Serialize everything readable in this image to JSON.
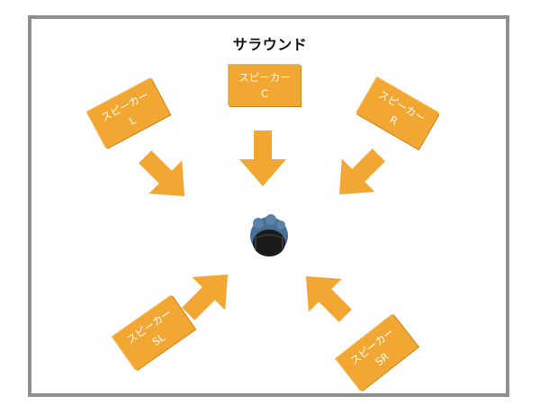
{
  "diagram": {
    "title": "サラウンド",
    "speakers": [
      {
        "id": "L",
        "label": "スピーカー",
        "channel": "L"
      },
      {
        "id": "C",
        "label": "スピーカー",
        "channel": "C"
      },
      {
        "id": "R",
        "label": "スピーカー",
        "channel": "R"
      },
      {
        "id": "SL",
        "label": "スピーカー",
        "channel": "SL"
      },
      {
        "id": "SR",
        "label": "スピーカー",
        "channel": "SR"
      }
    ]
  },
  "colors": {
    "accent": "#f3a733",
    "frame": "#8f8f8f",
    "listener_hair": "#4a6f95",
    "listener_dark": "#1a1a1a"
  },
  "icons": {
    "listener": "person-head-icon",
    "arrow": "arrow-icon"
  }
}
